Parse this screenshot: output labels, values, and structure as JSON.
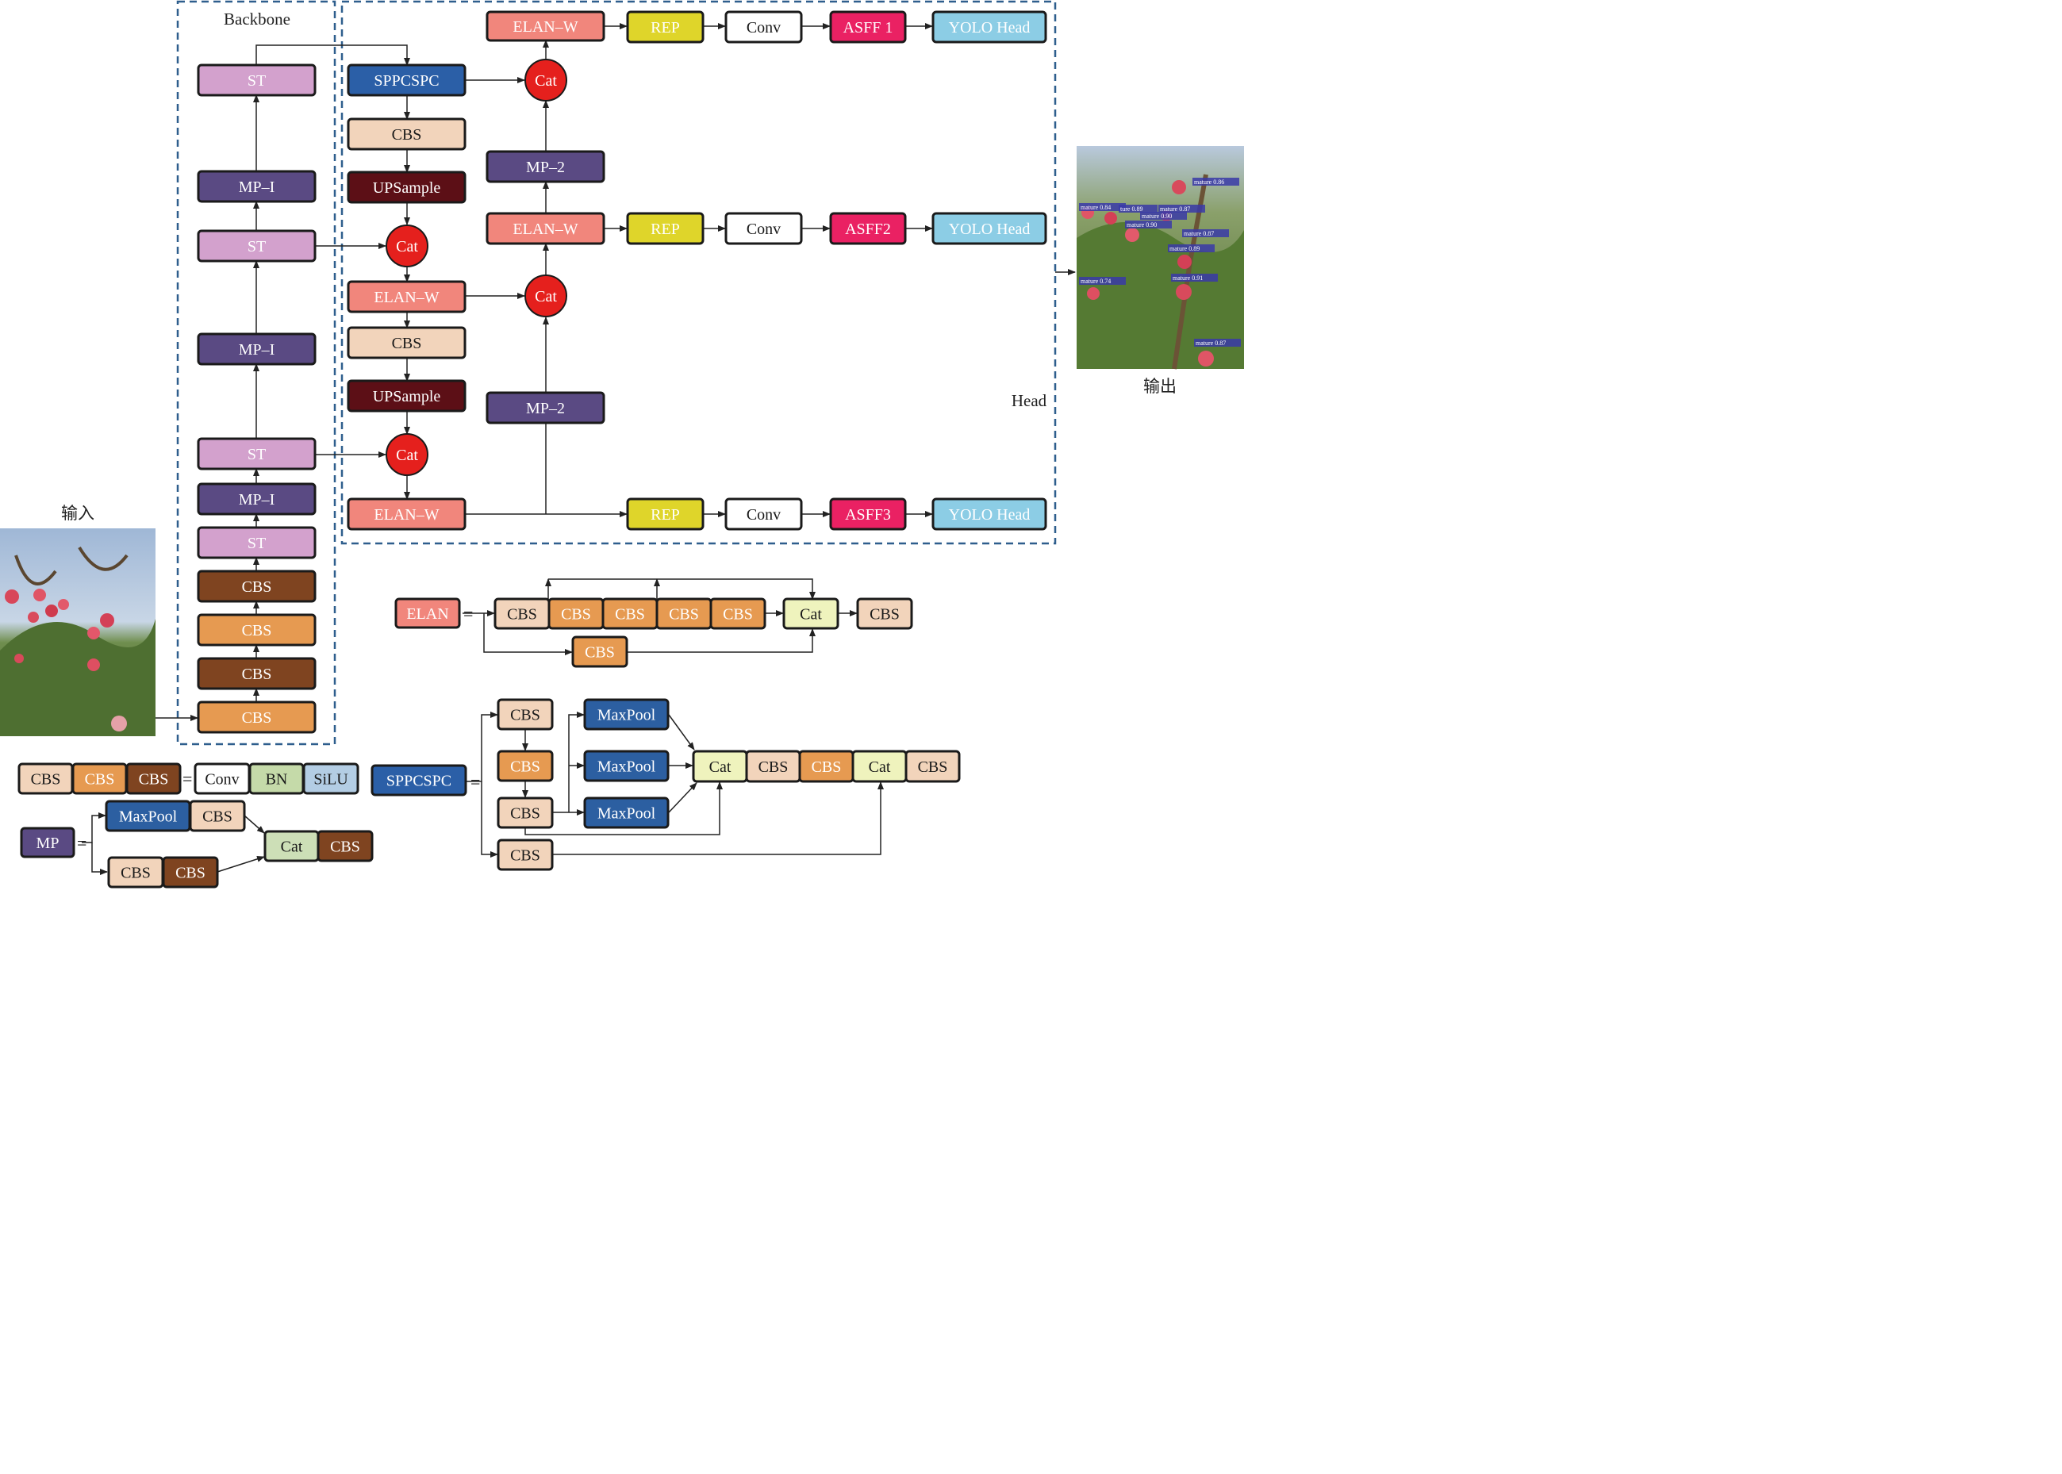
{
  "labels": {
    "backbone": "Backbone",
    "head": "Head",
    "input": "输入",
    "output": "输出"
  },
  "colors": {
    "st": "#d3a1cd",
    "mp": "#5a4a83",
    "cbs_dark": "#7f4420",
    "cbs_orange": "#e69a51",
    "cbs_light": "#f2d4bb",
    "sppcspc": "#2b5fa7",
    "upsample": "#5c0f16",
    "cat_red": "#e5201d",
    "elan": "#f1867c",
    "rep": "#dfd52a",
    "conv": "#ffffff",
    "asff": "#ea2163",
    "yolo_head": "#8ccde5",
    "cat_light": "#eff3bd",
    "bn": "#c5daa9",
    "silu": "#b3cde4",
    "maxpool": "#2c5fa1",
    "cat_mp": "#cddfb7",
    "dashed_frame": "#2e5e8d"
  },
  "images": {
    "input_photo": "apple-orchard-photo",
    "output_photo": "apple-detection-photo",
    "output_detections": [
      "mature 0.86",
      "mature 0.84",
      "ture 0.89",
      "mature 0.87",
      "mature 0.90",
      "mature 0.90",
      "mature 0.87",
      "mature 0.89",
      "mature 0.74",
      "mature 0.91",
      "mature 0.87"
    ]
  },
  "backbone": {
    "blocks": [
      "ST",
      "MP–I",
      "ST",
      "MP–I",
      "ST",
      "MP–I",
      "ST",
      "CBS",
      "CBS",
      "CBS",
      "CBS"
    ]
  },
  "neck": {
    "blocks": [
      "SPPCSPC",
      "CBS",
      "UPSample",
      "ELAN–W",
      "CBS",
      "UPSample",
      "ELAN–W"
    ],
    "cats": [
      "Cat",
      "Cat",
      "Cat",
      "Cat",
      "Cat"
    ]
  },
  "head": {
    "elan_top": "ELAN–W",
    "mp_top": "MP–2",
    "elan_mid": "ELAN–W",
    "mp_mid": "MP–2",
    "rows": [
      {
        "rep": "REP",
        "conv": "Conv",
        "asff": "ASFF 1",
        "yolo": "YOLO Head"
      },
      {
        "rep": "REP",
        "conv": "Conv",
        "asff": "ASFF2",
        "yolo": "YOLO Head"
      },
      {
        "rep": "REP",
        "conv": "Conv",
        "asff": "ASFF3",
        "yolo": "YOLO Head"
      }
    ]
  },
  "legend": {
    "cbs": {
      "parts": [
        "CBS",
        "CBS",
        "CBS"
      ],
      "eq": "=",
      "conv": "Conv",
      "bn": "BN",
      "silu": "SiLU"
    },
    "mp": {
      "name": "MP",
      "eq": "=",
      "maxpool": "MaxPool",
      "cbs_a": "CBS",
      "cbs_b1": "CBS",
      "cbs_b2": "CBS",
      "cat": "Cat",
      "cbs_out": "CBS"
    },
    "elan": {
      "name": "ELAN",
      "eq": "=",
      "chain": [
        "CBS",
        "CBS",
        "CBS",
        "CBS",
        "CBS"
      ],
      "cbs_bottom": "CBS",
      "cat": "Cat",
      "cbs_out": "CBS"
    },
    "sppcspc": {
      "name": "SPPCSPC",
      "eq": "=",
      "cbs_left": [
        "CBS",
        "CBS",
        "CBS",
        "CBS"
      ],
      "maxpools": [
        "MaxPool",
        "MaxPool",
        "MaxPool"
      ],
      "chain": [
        "Cat",
        "CBS",
        "CBS",
        "Cat",
        "CBS"
      ]
    }
  }
}
